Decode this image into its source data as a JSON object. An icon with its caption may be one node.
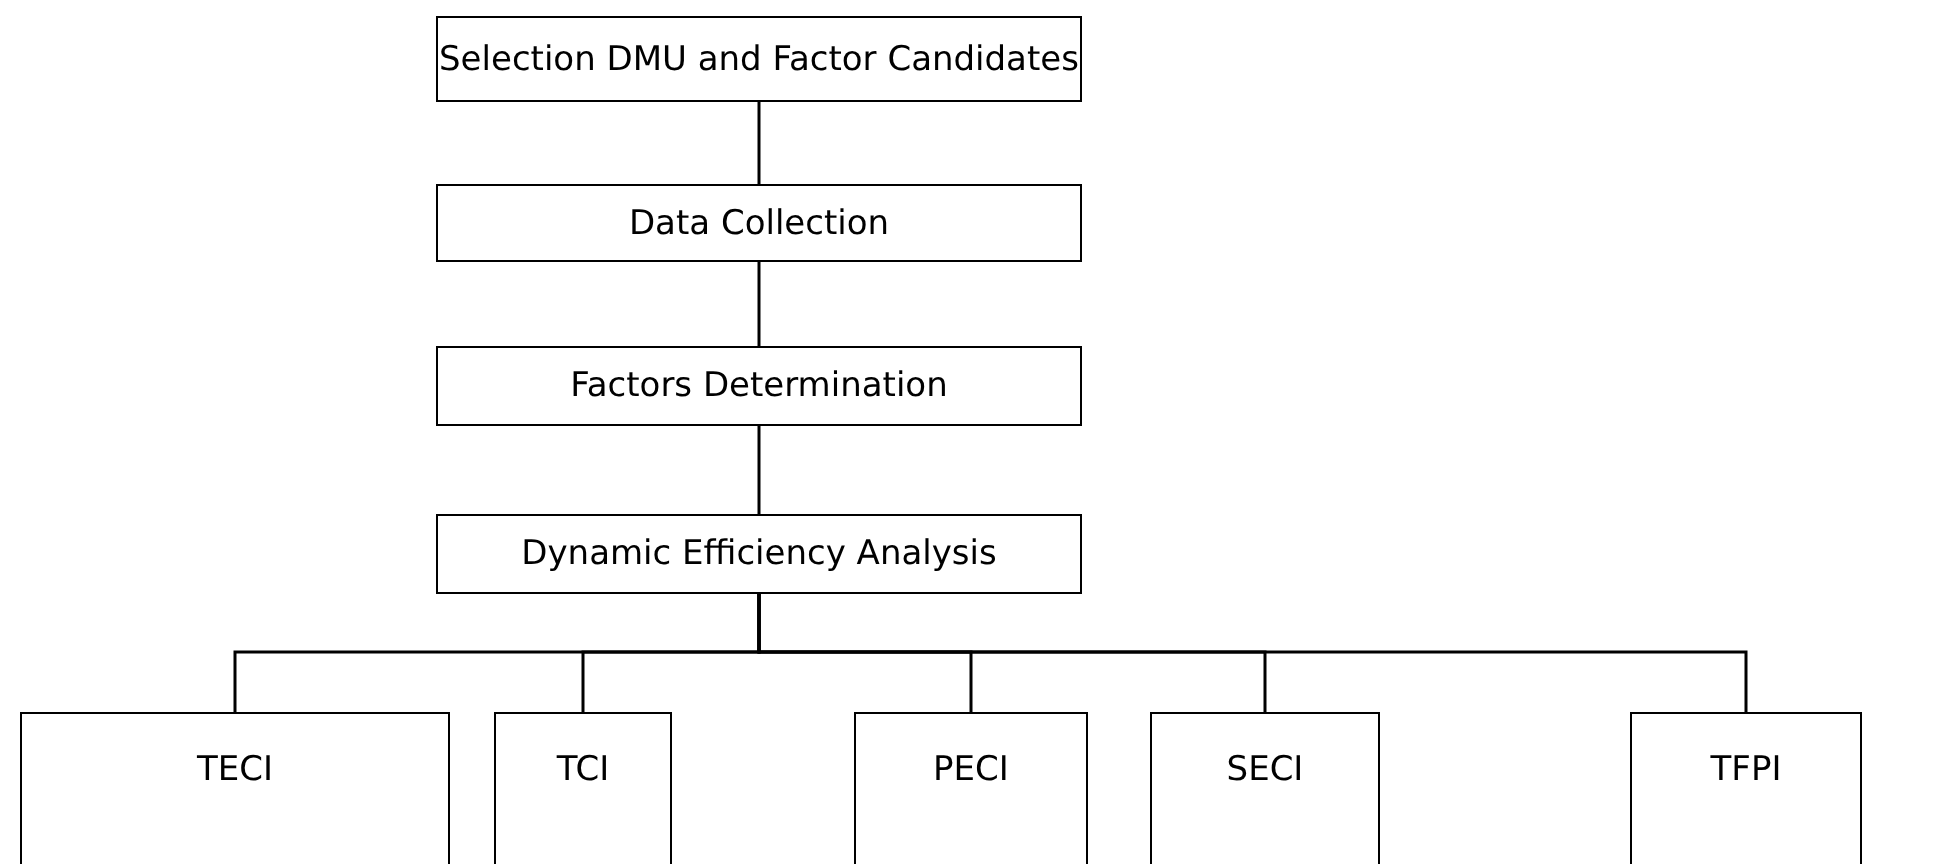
{
  "diagram": {
    "nodes": [
      {
        "text": [
          "Selection DMU and Factor Candidates"
        ]
      },
      {
        "text": [
          "Data Collection"
        ]
      },
      {
        "text": [
          "Factors Determination"
        ]
      },
      {
        "text": [
          "Dynamic Efficiency Analysis"
        ]
      },
      {
        "text": [
          "TECI"
        ]
      },
      {
        "text": [
          "TCI"
        ]
      },
      {
        "text": [
          "PECI"
        ]
      },
      {
        "text": [
          "SECI"
        ]
      },
      {
        "text": [
          "TFPI"
        ]
      }
    ],
    "edges": [
      {
        "from": 0,
        "to": 1,
        "arrow": "none"
      },
      {
        "from": 1,
        "to": 2,
        "arrow": "none"
      },
      {
        "from": 2,
        "to": 3,
        "arrow": "none"
      },
      {
        "from": 3,
        "to": 4,
        "arrow": "none"
      },
      {
        "from": 3,
        "to": 5,
        "arrow": "none"
      },
      {
        "from": 3,
        "to": 6,
        "arrow": "none"
      },
      {
        "from": 3,
        "to": 7,
        "arrow": "none"
      },
      {
        "from": 3,
        "to": 8,
        "arrow": "none"
      }
    ]
  }
}
